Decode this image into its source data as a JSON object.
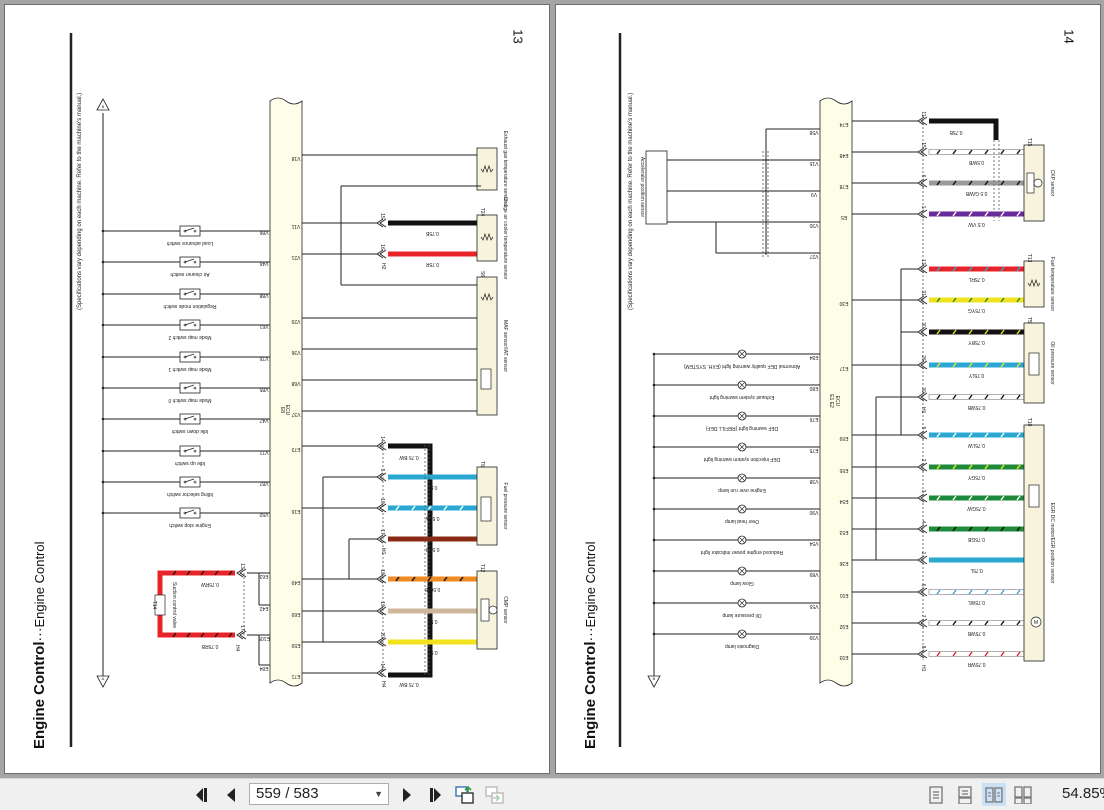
{
  "document": {
    "left_page": {
      "page_number": "13",
      "section_title": "Engine Control",
      "section_subtitle": "Engine Control",
      "separator": "···",
      "spec_note": "(Specifications vary depending on each machine. Refer to the machine's manual.)",
      "ecu_label": "ECU",
      "ecu_sub": "E8",
      "top_ground": "B",
      "bottom_ground": "A",
      "switches": [
        {
          "name": "Load advance switch",
          "pin": "V86"
        },
        {
          "name": "Air cleaner switch",
          "pin": "V46"
        },
        {
          "name": "Regulation mode switch",
          "pin": "V88"
        },
        {
          "name": "Mode map switch 2",
          "pin": "V61"
        },
        {
          "name": "Mode map switch 1",
          "pin": "V76"
        },
        {
          "name": "Mode map switch 0",
          "pin": "V85"
        },
        {
          "name": "Idle down switch",
          "pin": "V47"
        },
        {
          "name": "Idle up switch",
          "pin": "V71"
        },
        {
          "name": "Idling selector switch",
          "pin": "V87"
        },
        {
          "name": "Engine stop switch",
          "pin": "V50"
        }
      ],
      "right_pins": [
        "V18",
        "V11",
        "V21",
        "V29",
        "V36",
        "V68",
        "V37",
        "E73",
        "E16",
        "E49",
        "E69",
        "E59",
        "E71"
      ],
      "left_pins_lower": [
        "E63",
        "E42",
        "E105",
        "E84"
      ],
      "sensors": [
        {
          "name": "Exhaust gas temperature sensor 1",
          "connector": ""
        },
        {
          "name": "Charge air cooler temperature sensor",
          "connector": "T24"
        },
        {
          "name": "MAF sensor/IAT sensor",
          "connector": "S6"
        },
        {
          "name": "Fuel pressure sensor",
          "connector": "T6"
        },
        {
          "name": "CMP sensor",
          "connector": "T12"
        },
        {
          "name": "Suction control valve",
          "connector": "T14"
        }
      ],
      "wires": [
        {
          "label": "0.75B",
          "color": "#111111",
          "stripe": "",
          "pin": "15"
        },
        {
          "label": "0.75R",
          "color": "#e8242a",
          "stripe": "",
          "pin": "16"
        },
        {
          "label": "0.75 BW",
          "color": "#111111",
          "stripe": "#ffffff",
          "pin": "14"
        },
        {
          "label": "0.5L",
          "color": "#2aa7d0",
          "stripe": "",
          "pin": "5"
        },
        {
          "label": "0.5LW",
          "color": "#2aa7d0",
          "stripe": "#ffffff",
          "pin": "10"
        },
        {
          "label": "0.5BR",
          "color": "#8b2a14",
          "stripe": "",
          "pin": "17"
        },
        {
          "label": "0.5O/B",
          "color": "#ef8a22",
          "stripe": "#111111",
          "pin": "18"
        },
        {
          "label": "0.5T",
          "color": "#cdb79a",
          "stripe": "",
          "pin": "19"
        },
        {
          "label": "0.5Y",
          "color": "#f2e21c",
          "stripe": "",
          "pin": "20"
        },
        {
          "label": "0.75 BW",
          "color": "#111111",
          "stripe": "#ffffff",
          "pin": "14"
        },
        {
          "label": "0.75RW",
          "color": "#e8242a",
          "stripe": "#111111",
          "pin": "13"
        },
        {
          "label": "0.75RB",
          "color": "#e8242a",
          "stripe": "#111111",
          "pin": "17"
        }
      ],
      "connector_codes": [
        "H2",
        "H1",
        "H1",
        "H4",
        "H4"
      ]
    },
    "right_page": {
      "page_number": "14",
      "section_title": "Engine Control",
      "section_subtitle": "Engine Control",
      "separator": "···",
      "spec_note": "(Specifications vary depending on each machine. Refer to the machine's manual.)",
      "ecu_label": "ECU",
      "ecu_sub": "E1 E2",
      "bottom_ground": "B",
      "accel_sensor": "Accelerator position sensor",
      "accel_pins": [
        "V58",
        "V15",
        "V9",
        "V30",
        "V27"
      ],
      "lamps": [
        {
          "name": "Abnormal DEF quality warning light (EXH. SYSTEM)",
          "pin": "E84"
        },
        {
          "name": "Exhaust system warning light",
          "pin": "E80"
        },
        {
          "name": "DEF warning light (REFILL DEF)",
          "pin": "E76"
        },
        {
          "name": "DEF injection system warning light",
          "pin": "E75"
        },
        {
          "name": "Engine over run lamp",
          "pin": "V38"
        },
        {
          "name": "Over heat lamp",
          "pin": "V90"
        },
        {
          "name": "Reduced engine power indicator light",
          "pin": "V54"
        },
        {
          "name": "Glow lamp",
          "pin": "V89"
        },
        {
          "name": "Oil pressure lamp",
          "pin": "V55"
        },
        {
          "name": "Diagnosis lamp",
          "pin": "V39"
        }
      ],
      "right_pins": [
        "E74",
        "E48",
        "E78",
        "E5",
        "E30",
        "E17",
        "E59",
        "E55",
        "E54",
        "E53",
        "E36",
        "E91",
        "E92",
        "E93"
      ],
      "sensors": [
        {
          "name": "CKP sensor",
          "connector": "T15"
        },
        {
          "name": "Fuel temperature sensor",
          "connector": "T13"
        },
        {
          "name": "Oil pressure sensor",
          "connector": "T5"
        },
        {
          "name": "EGR DC motor/EGR position sensor",
          "connector": "T10"
        }
      ],
      "wires": [
        {
          "label": "0.75B",
          "color": "#111111",
          "stripe": "",
          "pin": "11"
        },
        {
          "label": "0.5WB",
          "color": "#ffffff",
          "stripe": "#111111",
          "pin": "15"
        },
        {
          "label": "0.5 G/WB",
          "color": "#9a9a9a",
          "stripe": "#111111",
          "pin": "6"
        },
        {
          "label": "0.5 VW",
          "color": "#6a2a9a",
          "stripe": "#ffffff",
          "pin": "1"
        },
        {
          "label": "0.75RL",
          "color": "#e8242a",
          "stripe": "#2aa7d0",
          "pin": "13"
        },
        {
          "label": "0.75YG",
          "color": "#f2e21c",
          "stripe": "#1f8a3a",
          "pin": "31"
        },
        {
          "label": "0.75BY",
          "color": "#111111",
          "stripe": "#f2e21c",
          "pin": "30"
        },
        {
          "label": "0.75LY",
          "color": "#2aa7d0",
          "stripe": "#f2e21c",
          "pin": "26"
        },
        {
          "label": "0.75WB",
          "color": "#ffffff",
          "stripe": "#111111",
          "pin": "30"
        },
        {
          "label": "0.75LW",
          "color": "#2aa7d0",
          "stripe": "#ffffff",
          "pin": "5"
        },
        {
          "label": "0.75GY",
          "color": "#1f8a3a",
          "stripe": "#f2e21c",
          "pin": "2"
        },
        {
          "label": "0.75GW",
          "color": "#1f8a3a",
          "stripe": "#ffffff",
          "pin": "3"
        },
        {
          "label": "0.75GB",
          "color": "#1f8a3a",
          "stripe": "#111111",
          "pin": "4"
        },
        {
          "label": "0.75L",
          "color": "#2aa7d0",
          "stripe": "",
          "pin": "1"
        },
        {
          "label": "0.75WL",
          "color": "#ffffff",
          "stripe": "#2aa7d0",
          "pin": "6"
        },
        {
          "label": "0.75WB",
          "color": "#ffffff",
          "stripe": "#111111",
          "pin": "7"
        },
        {
          "label": "0.75WR",
          "color": "#ffffff",
          "stripe": "#e8242a",
          "pin": "8"
        }
      ]
    }
  },
  "toolbar": {
    "first_page_icon": "first-page-icon",
    "prev_page_icon": "previous-page-icon",
    "page_field_value": "559 / 583",
    "next_page_icon": "next-page-icon",
    "last_page_icon": "last-page-icon",
    "back_view_icon": "previous-view-icon",
    "forward_view_icon": "next-view-icon",
    "view_modes": [
      "single-page",
      "continuous",
      "two-page",
      "two-page-continuous"
    ],
    "active_view_mode": "two-page",
    "zoom_level": "54.85%"
  },
  "colors": {
    "ecu_fill": "#fdfde8",
    "sensor_fill": "#f7f3dc",
    "toolbar_bg": "#f0f0f0",
    "active_view_bg": "#cce0f5"
  }
}
